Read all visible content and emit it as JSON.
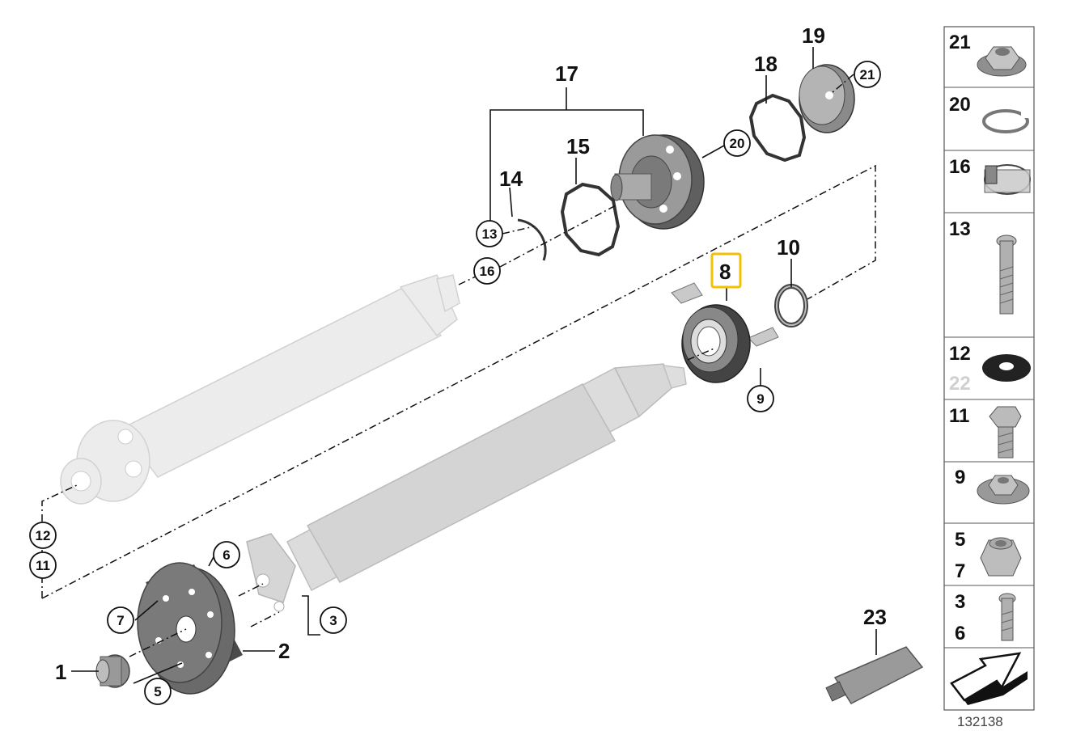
{
  "diagram": {
    "callouts": {
      "c1": "1",
      "c2": "2",
      "c3": "3",
      "c5": "5",
      "c6": "6",
      "c7": "7",
      "c8": "8",
      "c9": "9",
      "c10": "10",
      "c11": "11",
      "c12": "12",
      "c13": "13",
      "c14": "14",
      "c15": "15",
      "c16": "16",
      "c17": "17",
      "c18": "18",
      "c19": "19",
      "c20": "20",
      "c21": "21",
      "c23": "23",
      "c13b": "13",
      "c16b": "16",
      "c20b": "20",
      "c21b": "21",
      "c9b": "9",
      "c12b": "12",
      "c11b": "11",
      "c6b": "6",
      "c7b": "7",
      "c5b": "5",
      "c3b": "3"
    },
    "highlight_color": "#f2c200",
    "figure_number": "132138"
  },
  "parts_panel": {
    "rows": [
      {
        "labels": [
          "21"
        ],
        "icon": "flange-nut-icon"
      },
      {
        "labels": [
          "20"
        ],
        "icon": "circlip-icon"
      },
      {
        "labels": [
          "16"
        ],
        "icon": "clamp-band-icon"
      },
      {
        "labels": [
          "13"
        ],
        "icon": "bolt-long-icon"
      },
      {
        "labels": [
          "12",
          "22"
        ],
        "icon": "washer-icon"
      },
      {
        "labels": [
          "11"
        ],
        "icon": "hex-bolt-icon"
      },
      {
        "labels": [
          "9"
        ],
        "icon": "collar-nut-icon"
      },
      {
        "labels": [
          "5",
          "7"
        ],
        "icon": "self-locking-nut-icon"
      },
      {
        "labels": [
          "3",
          "6"
        ],
        "icon": "bolt-short-icon"
      },
      {
        "labels": [],
        "icon": "arrow-icon"
      }
    ]
  }
}
